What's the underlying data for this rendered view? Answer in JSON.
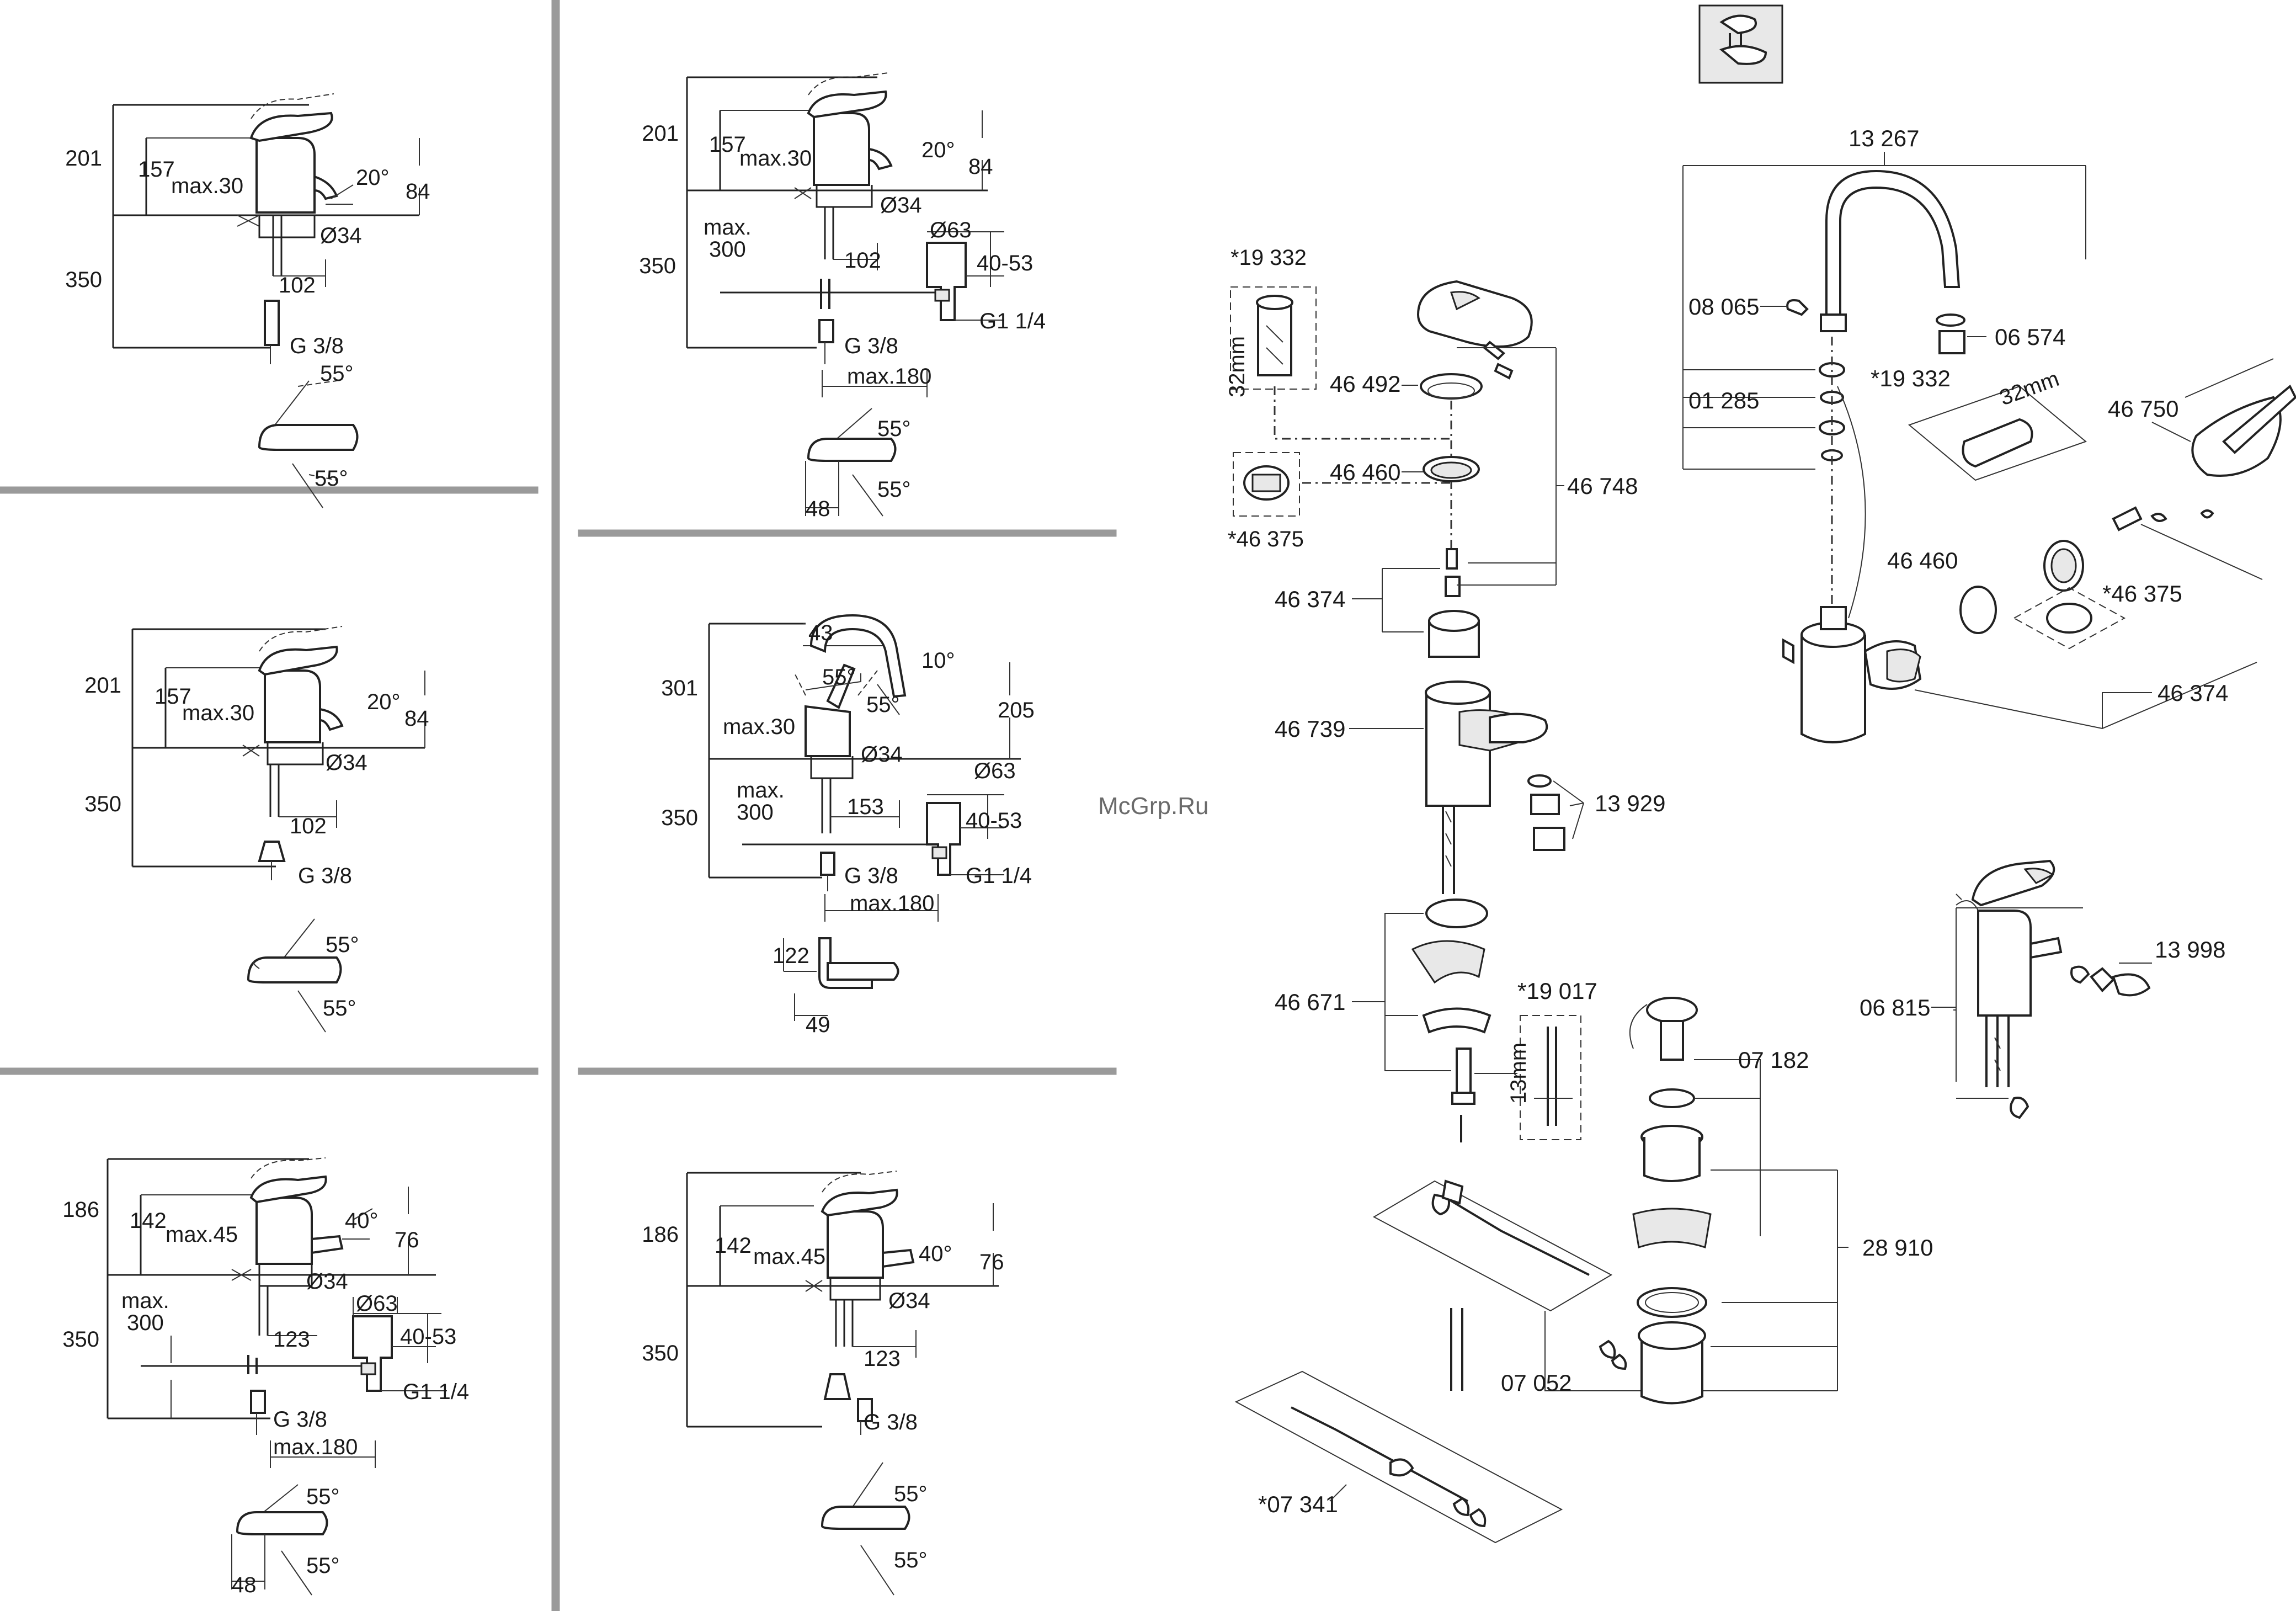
{
  "watermark": "McGrp.Ru",
  "colors": {
    "separator": "#9a9a9a",
    "ink": "#1a1a1a",
    "watermark": "#6a6a6a"
  },
  "dims": {
    "p1": {
      "h_total": "201",
      "h_spout": "157",
      "max_deck": "max.30",
      "angle_spout": "20°",
      "h_outlet": "84",
      "dia": "Ø34",
      "h_hose": "350",
      "reach": "102",
      "thread": "G 3/8",
      "rot_a": "55°",
      "rot_b": "55°"
    },
    "p2": {
      "h_total": "201",
      "h_spout": "157",
      "max_deck": "max.30",
      "angle_spout": "20°",
      "h_outlet": "84",
      "dia": "Ø34",
      "h_hose": "350",
      "reach": "102",
      "thread": "G 3/8",
      "rot_a": "55°",
      "rot_b": "55°"
    },
    "p3": {
      "h_total": "186",
      "h_spout": "142",
      "max_deck": "max.45",
      "angle_spout": "40°",
      "h_outlet": "76",
      "dia": "Ø34",
      "waste_dia": "Ø63",
      "max_300": "max.",
      "max_300b": "300",
      "h_hose": "350",
      "reach": "123",
      "waste_range": "40-53",
      "waste_thread": "G1 1/4",
      "thread": "G 3/8",
      "rod": "max.180",
      "rot_a": "55°",
      "rot_b": "55°",
      "offset": "48"
    },
    "p4": {
      "h_total": "201",
      "h_spout": "157",
      "max_deck": "max.30",
      "angle_spout": "20°",
      "h_outlet": "84",
      "dia": "Ø34",
      "waste_dia": "Ø63",
      "max_300": "max.",
      "max_300b": "300",
      "h_hose": "350",
      "reach": "102",
      "waste_range": "40-53",
      "waste_thread": "G1 1/4",
      "thread": "G 3/8",
      "rod": "max.180",
      "rot_a": "55°",
      "rot_b": "55°",
      "offset": "48"
    },
    "p5": {
      "reach_top": "43",
      "h_total": "301",
      "angle_a": "10°",
      "angle_b": "55°",
      "angle_c": "55°",
      "h_outlet": "205",
      "max_deck": "max.30",
      "dia": "Ø34",
      "waste_dia": "Ø63",
      "max_300": "max.",
      "max_300b": "300",
      "reach": "153",
      "h_hose": "350",
      "waste_range": "40-53",
      "thread": "G 3/8",
      "waste_thread": "G1 1/4",
      "rod": "max.180",
      "lever_h": "122",
      "offset": "49"
    },
    "p6": {
      "h_total": "186",
      "h_spout": "142",
      "max_deck": "max.45",
      "angle_spout": "40°",
      "h_outlet": "76",
      "dia": "Ø34",
      "h_hose": "350",
      "reach": "123",
      "thread": "G 3/8",
      "rot_a": "55°",
      "rot_b": "55°"
    }
  },
  "parts": {
    "p19332a": "*19 332",
    "p46492": "46 492",
    "p46375a": "*46 375",
    "p46460a": "46 460",
    "p46748": "46 748",
    "p46374a": "46 374",
    "p46739": "46 739",
    "p13929": "13 929",
    "p46671": "46 671",
    "p19017": "*19 017",
    "p07182": "07 182",
    "p28910": "28 910",
    "p07052": "07 052",
    "p07341": "*07 341",
    "p13267": "13 267",
    "p08065": "08 065",
    "p06574": "06 574",
    "p01285": "01 285",
    "p19332b": "*19 332",
    "p46750": "46 750",
    "p46460b": "46 460",
    "p46375b": "*46 375",
    "p46374b": "46 374",
    "p06815": "06 815",
    "p13998": "13 998",
    "mm32a": "32mm",
    "mm32b": "32mm",
    "mm13": "13mm"
  }
}
